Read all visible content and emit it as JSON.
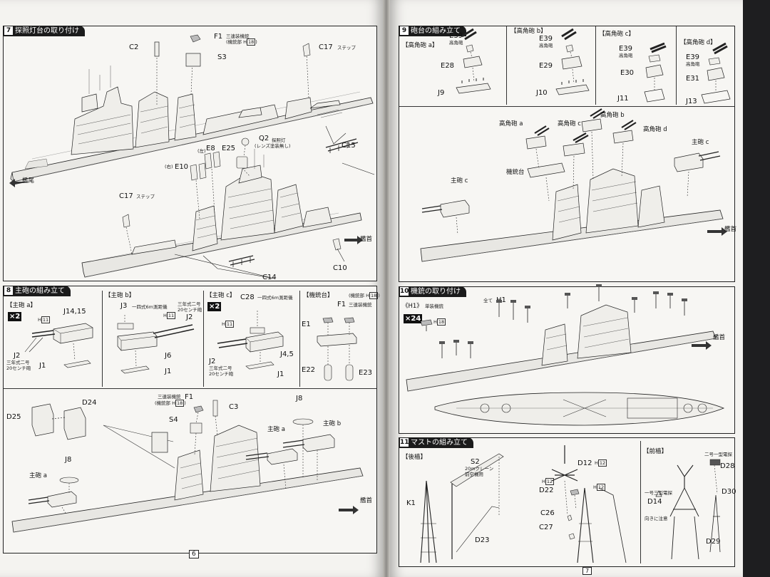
{
  "pages": {
    "left_number": "6",
    "right_number": "7"
  },
  "s7": {
    "num": "7",
    "title": "探照灯台の取り付け",
    "labels": {
      "c2": "C2",
      "f1": "F1",
      "f1_note1": "三連装機銃",
      "f1_note2": "(機銃部 H",
      "f1_note_h": "18",
      "f1_note3": ")",
      "s3": "S3",
      "c17_top": "C17",
      "c17_top_note": "ステップ",
      "c15": "C15",
      "q2": "Q2",
      "q2_note1": "探照灯",
      "q2_note2": "(レンズ塗装無し)",
      "e8": "E8",
      "e8_note": "(左)",
      "e25": "E25",
      "e10": "E10",
      "e10_note": "(右)",
      "c17_bot": "C17",
      "c17_bot_note": "ステップ",
      "c14": "C14",
      "c10": "C10",
      "stern": "艦尾",
      "bow": "艦首"
    }
  },
  "s8": {
    "num": "8",
    "title": "主砲の組み立て",
    "subs": {
      "a": "【主砲 a】",
      "b": "【主砲 b】",
      "c": "【主砲 c】",
      "mg": "【機銃台】"
    },
    "mult_a": "×2",
    "mult_c": "×2",
    "labels": {
      "h11_a": "H",
      "h11_a_n": "11",
      "j14": "J14,15",
      "j2_a": "J2",
      "j2_a_note1": "三年式二号",
      "j2_a_note2": "20センチ砲",
      "j1_a": "J1",
      "j3": "J3",
      "j3_note": "一四式6m測距儀",
      "h11_b": "H",
      "h11_b_n": "11",
      "j2_b": "J2",
      "j2_b_note1": "三年式二号",
      "j2_b_note2": "20センチ砲",
      "j6": "J6",
      "j1_b": "J1",
      "c28": "C28",
      "c28_note": "一四式6m測距儀",
      "h11_c": "H",
      "h11_c_n": "11",
      "j2_c": "J2",
      "j2_c_note1": "三年式二号",
      "j2_c_note2": "20センチ砲",
      "j45": "J4,5",
      "j1_c": "J1",
      "f1": "F1",
      "f1_note": "三連装機銃",
      "h18": "(機銃部 H",
      "h18_n": "18",
      "h18_end": ")",
      "e1": "E1",
      "e22": "E22",
      "e23": "E23",
      "d25": "D25",
      "d24": "D24",
      "f1_b": "F1",
      "f1_b_note1": "三連装機銃",
      "f1_b_note2": "(機銃部 H",
      "f1_b_n": "18",
      "f1_b_end": ")",
      "c3": "C3",
      "s4": "S4",
      "j8_top": "J8",
      "turret_a_top": "主砲 a",
      "turret_b_top": "主砲 b",
      "j8_left": "J8",
      "turret_a_left": "主砲 a",
      "bow": "艦首"
    }
  },
  "s9": {
    "num": "9",
    "title": "砲台の組み立て",
    "subs": {
      "a": "【高角砲 a】",
      "b": "【高角砲 b】",
      "c": "【高角砲 c】",
      "d": "【高角砲 d】"
    },
    "labels": {
      "a_e39": "E39",
      "a_e39_note": "高角砲",
      "a_e28": "E28",
      "a_j9": "J9",
      "b_e39": "E39",
      "b_e39_note": "高角砲",
      "b_e29": "E29",
      "b_j10": "J10",
      "c_e39": "E39",
      "c_e39_note": "高角砲",
      "c_e30": "E30",
      "c_j11": "J11",
      "d_e39": "E39",
      "d_e39_note": "高角砲",
      "d_e31": "E31",
      "d_j13": "J13",
      "haa": "高角砲 a",
      "hac": "高角砲 c",
      "hab": "高角砲 b",
      "had": "高角砲 d",
      "main_c_r": "主砲 c",
      "mg_base": "機銃台",
      "main_c_l": "主砲 c",
      "bow": "艦首"
    }
  },
  "s10": {
    "num": "10",
    "title": "機銃の取り付け",
    "labels": {
      "all": "全て",
      "h1": "H1",
      "h1_box": "《H1》",
      "h1_note": "単装機銃",
      "mult": "×24",
      "h18": "H",
      "h18_n": "18",
      "bow": "艦首"
    }
  },
  "s11": {
    "num": "11",
    "title": "マストの組み立て",
    "subs": {
      "rear": "【後檣】",
      "front": "【前檣】"
    },
    "labels": {
      "s2": "S2",
      "s2_note1": "20mクレーン",
      "s2_note2": "前空機用",
      "k1": "K1",
      "d23": "D23",
      "d12": "D12",
      "d12_h": "H",
      "d12_n": "12",
      "h12_l": "H",
      "h12_l_n": "12",
      "d22": "D22",
      "h12_r": "H",
      "h12_r_n": "12",
      "c26": "C26",
      "c27": "C27",
      "d28": "D28",
      "d28_note": "二号一型電探",
      "d14": "D14",
      "d14_note": "一号三型電探",
      "warn_note1": "向きに注意",
      "d30": "D30",
      "d29": "D29"
    }
  }
}
